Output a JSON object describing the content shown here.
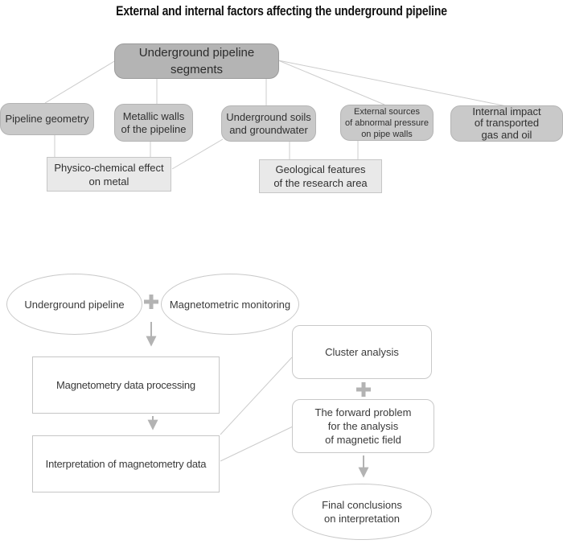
{
  "title": "External and internal factors affecting the underground pipeline",
  "colors": {
    "root_node_fill": "#b4b4b4",
    "factor_node_fill": "#c9c9c9",
    "effect_node_fill": "#e9e9e9",
    "connector_gray": "#cccccc",
    "arrow_gray": "#b3b3b3",
    "text_dark": "#333333"
  },
  "factor_tree": {
    "root": "Underground pipeline\nsegments",
    "factors": [
      {
        "label": "Pipeline geometry"
      },
      {
        "label": "Metallic walls\nof the pipeline"
      },
      {
        "label": "Underground soils\nand groundwater"
      },
      {
        "label": "External sources\nof abnormal pressure\non pipe walls"
      },
      {
        "label": "Internal impact\nof transported\ngas and oil"
      }
    ],
    "effects": [
      {
        "label": "Physico-chemical effect\non metal"
      },
      {
        "label": "Geological features\nof the research area"
      }
    ]
  },
  "workflow": {
    "inputs": [
      {
        "label": "Underground pipeline",
        "shape": "ellipse"
      },
      {
        "label": "Magnetometric monitoring",
        "shape": "ellipse"
      }
    ],
    "plus_symbol": "+",
    "steps": [
      {
        "label": "Magnetometry data processing"
      },
      {
        "label": "Interpretation of magnetometry data"
      }
    ],
    "methods": [
      {
        "label": "Cluster analysis"
      },
      {
        "label": "The forward problem\nfor the analysis\nof magnetic field"
      }
    ],
    "output": {
      "label": "Final conclusions\non interpretation",
      "shape": "ellipse"
    }
  }
}
